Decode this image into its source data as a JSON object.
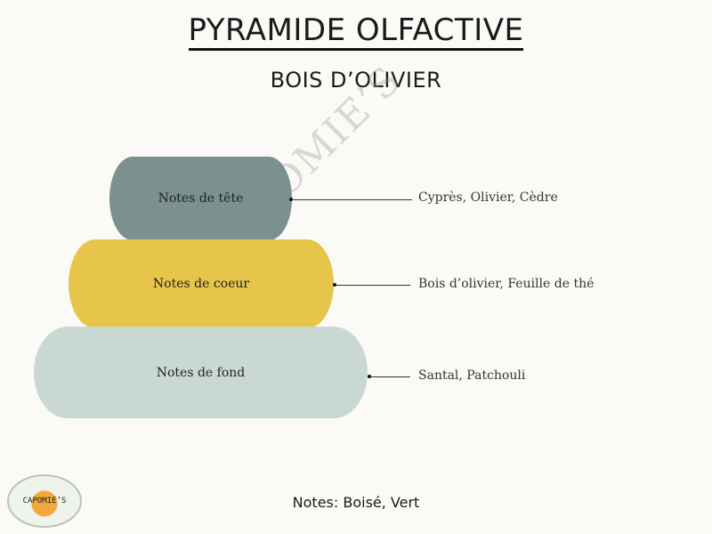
{
  "header": {
    "title": "PYRAMIDE OLFACTIVE",
    "subtitle": "BOIS D’OLIVIER"
  },
  "pyramid": {
    "tiers": [
      {
        "label": "Notes de tête",
        "notes": "Cyprès, Olivier, Cèdre",
        "color": "#7b9190"
      },
      {
        "label": "Notes de coeur",
        "notes": "Bois d’olivier, Feuille de thé",
        "color": "#e6c54a"
      },
      {
        "label": "Notes de fond",
        "notes": "Santal, Patchouli",
        "color": "#c9d8d3"
      }
    ]
  },
  "watermark": "CAPOMIE’S",
  "footer": {
    "notes": "Notes: Boisé, Vert",
    "logo_text": "CAPOMIE’S"
  }
}
